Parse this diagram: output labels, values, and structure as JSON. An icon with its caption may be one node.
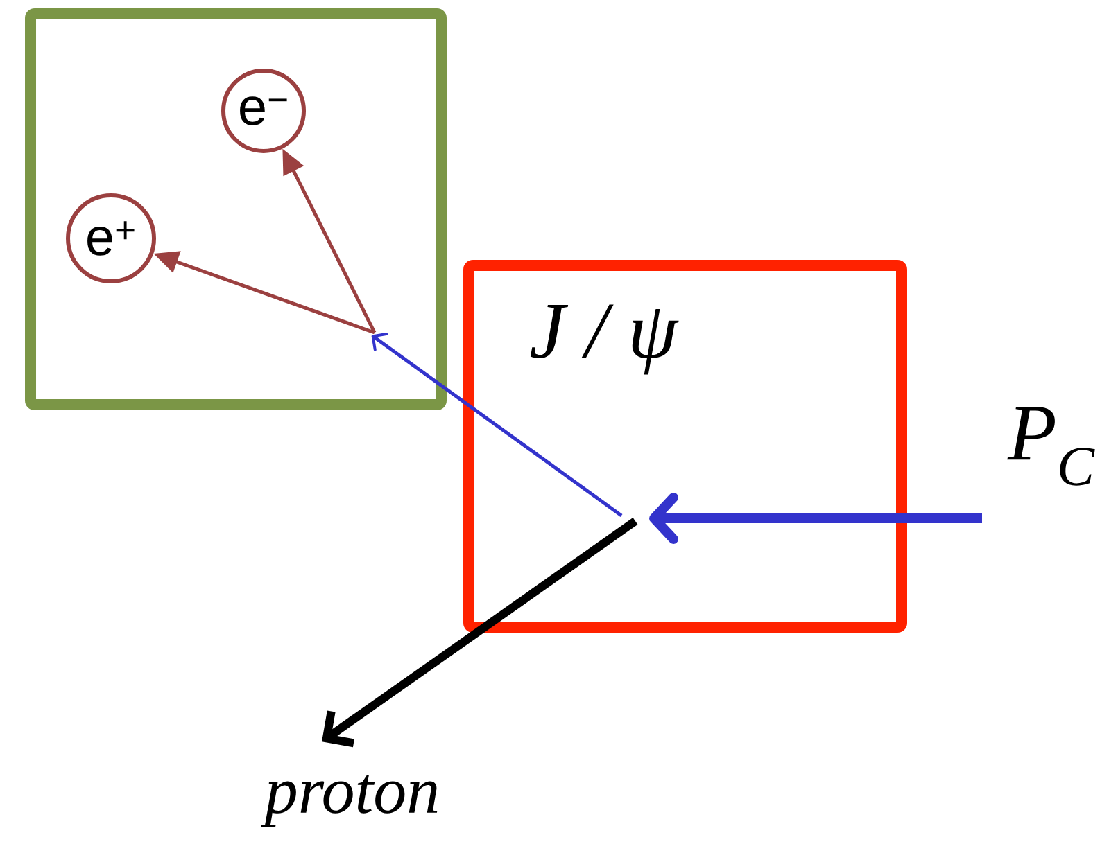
{
  "diagram": {
    "nodes": [
      {
        "text": [],
        "shape": "box"
      },
      {
        "text": [
          "e$^{−}$"
        ],
        "in": 0
      },
      {
        "text": [
          "e$^{+}$"
        ],
        "in": 0
      },
      {
        "text": [
          "J / ψ"
        ]
      },
      {
        "text": [
          "P$_{C}$"
        ]
      },
      {
        "text": [
          "proton"
        ]
      }
    ],
    "edges": [
      {
        "from": 4,
        "to": 3,
        "arrow": "to",
        "style": "thick",
        "color": "#3333cc"
      },
      {
        "from": 3,
        "to": 0,
        "arrow": "to",
        "color": "#3333cc"
      },
      {
        "from": 0,
        "to": 1,
        "arrow": "to",
        "color": "#9b4040"
      },
      {
        "from": 0,
        "to": 2,
        "arrow": "to",
        "color": "#9b4040"
      },
      {
        "from": 3,
        "to": 5,
        "arrow": "to",
        "style": "thick",
        "color": "#000000"
      }
    ]
  }
}
